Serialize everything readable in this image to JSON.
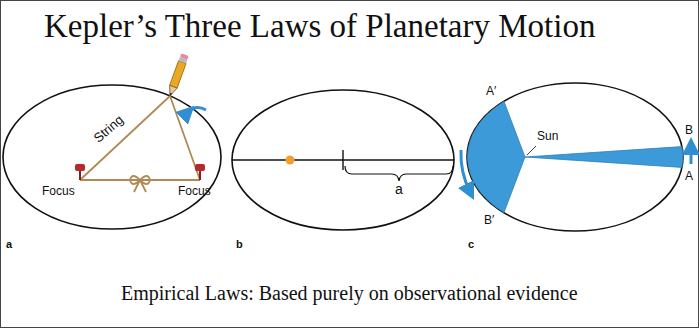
{
  "diagram": {
    "title": "Kepler’s Three Laws of Planetary Motion",
    "caption": "Empirical Laws: Based purely on observational evidence",
    "labels": [
      "String",
      "Focus",
      "Focus",
      "a",
      "a",
      "b",
      "A′",
      "Sun",
      "B′",
      "B",
      "A",
      "c"
    ]
  }
}
